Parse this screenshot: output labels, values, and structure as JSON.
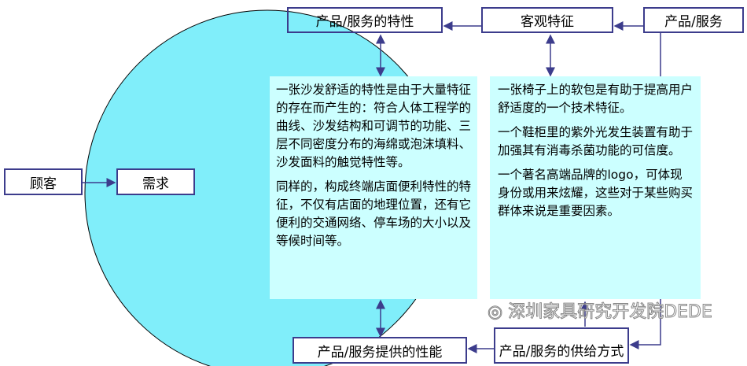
{
  "boxes": {
    "customer": "顾客",
    "need": "需求",
    "product_features": "产品/服务的特性",
    "objective_features": "客观特征",
    "product_service": "产品/服务",
    "performance": "产品/服务提供的性能",
    "supply_mode": "产品/服务的供给方式"
  },
  "panels": {
    "left": [
      "一张沙发舒适的特性是由于大量特征的存在而产生的：符合人体工程学的曲线、沙发结构和可调节的功能、三层不同密度分布的海绵或泡沫填料、沙发面料的触觉特性等。",
      "同样的，构成终端店面便利特性的特征，不仅有店面的地理位置，还有它便利的交通网络、停车场的大小以及等候时间等。"
    ],
    "right": [
      "一张椅子上的软包是有助于提高用户舒适度的一个技术特征。",
      "一个鞋柜里的紫外光发生装置有助于加强其有消毒杀菌功能的可信度。",
      "一个著名高端品牌的logo，可体现身份或用来炫耀，这些对于某些购买群体来说是重要因素。"
    ]
  },
  "watermark": "深圳家具研究开发院DEDE",
  "colors": {
    "circle": "#80eefa",
    "panel": "#ccffff",
    "line": "#3c3c8c"
  }
}
